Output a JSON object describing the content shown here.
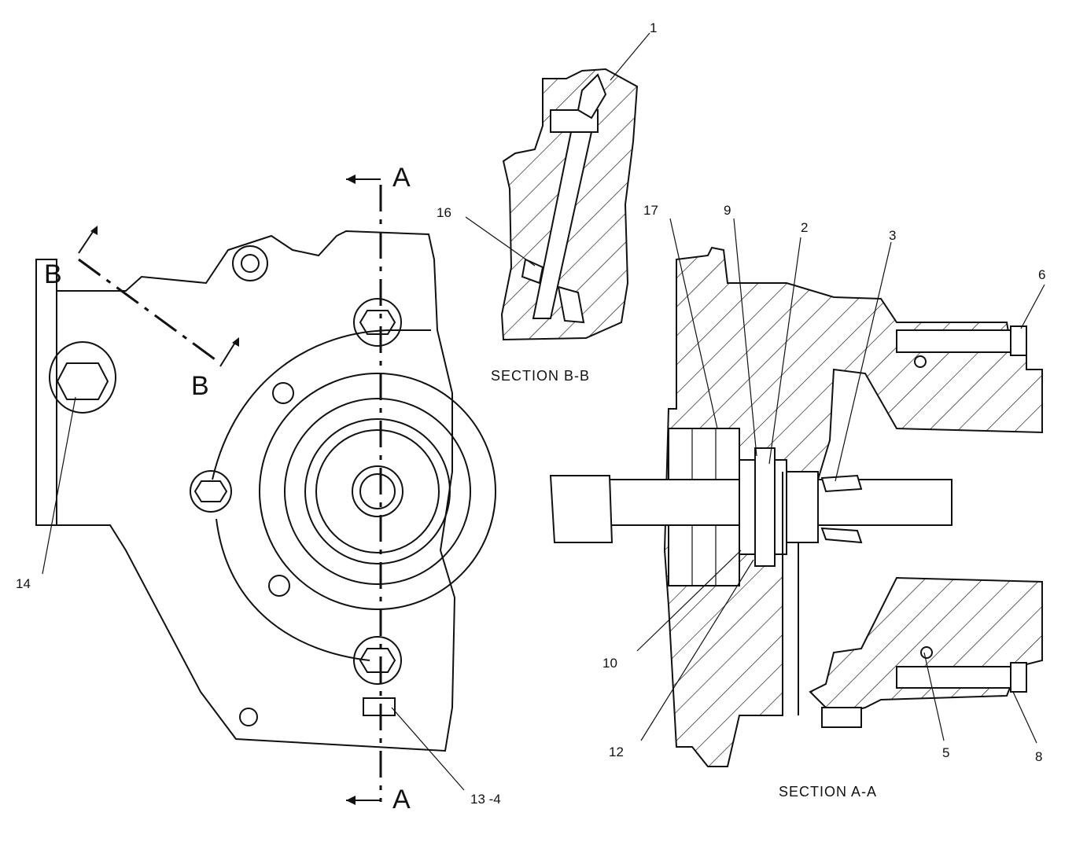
{
  "section_markers": {
    "A_top": "A",
    "A_bottom": "A",
    "B_left": "B",
    "B_right": "B"
  },
  "captions": {
    "section_bb": "SECTION  B-B",
    "section_aa": "SECTION  A-A"
  },
  "callouts": {
    "c1": "1",
    "c2": "2",
    "c3": "3",
    "c5": "5",
    "c6": "6",
    "c8": "8",
    "c9": "9",
    "c10": "10",
    "c12": "12",
    "c13_4": "13 -4",
    "c14": "14",
    "c16": "16",
    "c17": "17"
  }
}
